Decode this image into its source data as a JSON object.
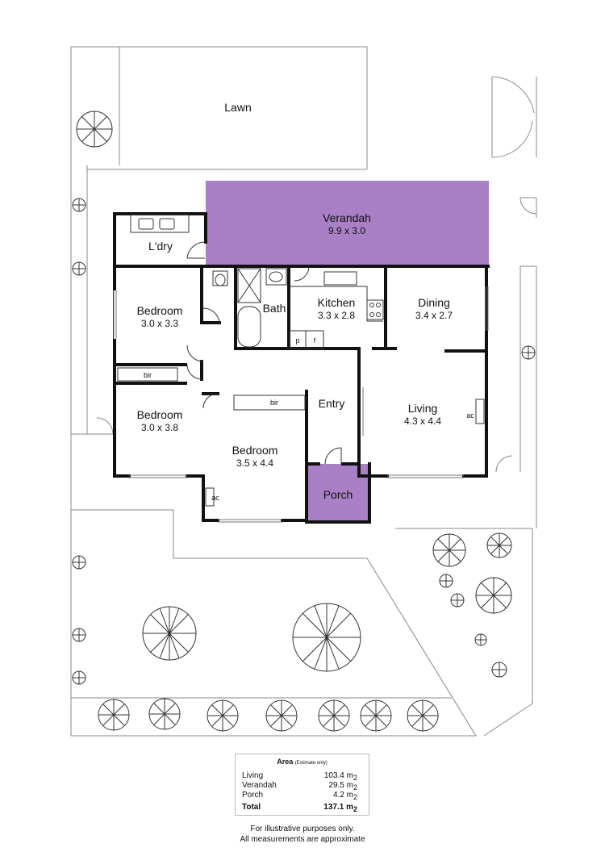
{
  "colors": {
    "wall": "#111111",
    "boundary": "#888888",
    "verandah": "#a97fc6",
    "porch": "#a97fc6"
  },
  "rooms": {
    "lawn": "Lawn",
    "verandah": {
      "name": "Verandah",
      "dims": "9.9 x 3.0"
    },
    "laundry": "L'dry",
    "bedroom1": {
      "name": "Bedroom",
      "dims": "3.0 x 3.3"
    },
    "bath": "Bath",
    "kitchen": {
      "name": "Kitchen",
      "dims": "3.3 x 2.8"
    },
    "dining": {
      "name": "Dining",
      "dims": "3.4 x 2.7"
    },
    "bedroom2": {
      "name": "Bedroom",
      "dims": "3.0 x 3.8"
    },
    "entry": "Entry",
    "living": {
      "name": "Living",
      "dims": "4.3 x 4.4"
    },
    "bedroom3": {
      "name": "Bedroom",
      "dims": "3.5 x 4.4"
    },
    "porch": "Porch"
  },
  "fixtures": {
    "bir": "bir",
    "ac": "ac",
    "pantry": "p",
    "fridge": "f"
  },
  "area": {
    "title": "Area",
    "subtitle": "(Estimate only)",
    "rows": [
      {
        "label": "Living",
        "value": "103.4 m",
        "unit": "2"
      },
      {
        "label": "Verandah",
        "value": "29.5 m",
        "unit": "2"
      },
      {
        "label": "Porch",
        "value": "4.2 m",
        "unit": "2"
      }
    ],
    "total": {
      "label": "Total",
      "value": "137.1 m",
      "unit": "2"
    }
  },
  "footnote": {
    "line1": "For illustrative purposes only.",
    "line2": "All measurements are approximate"
  }
}
